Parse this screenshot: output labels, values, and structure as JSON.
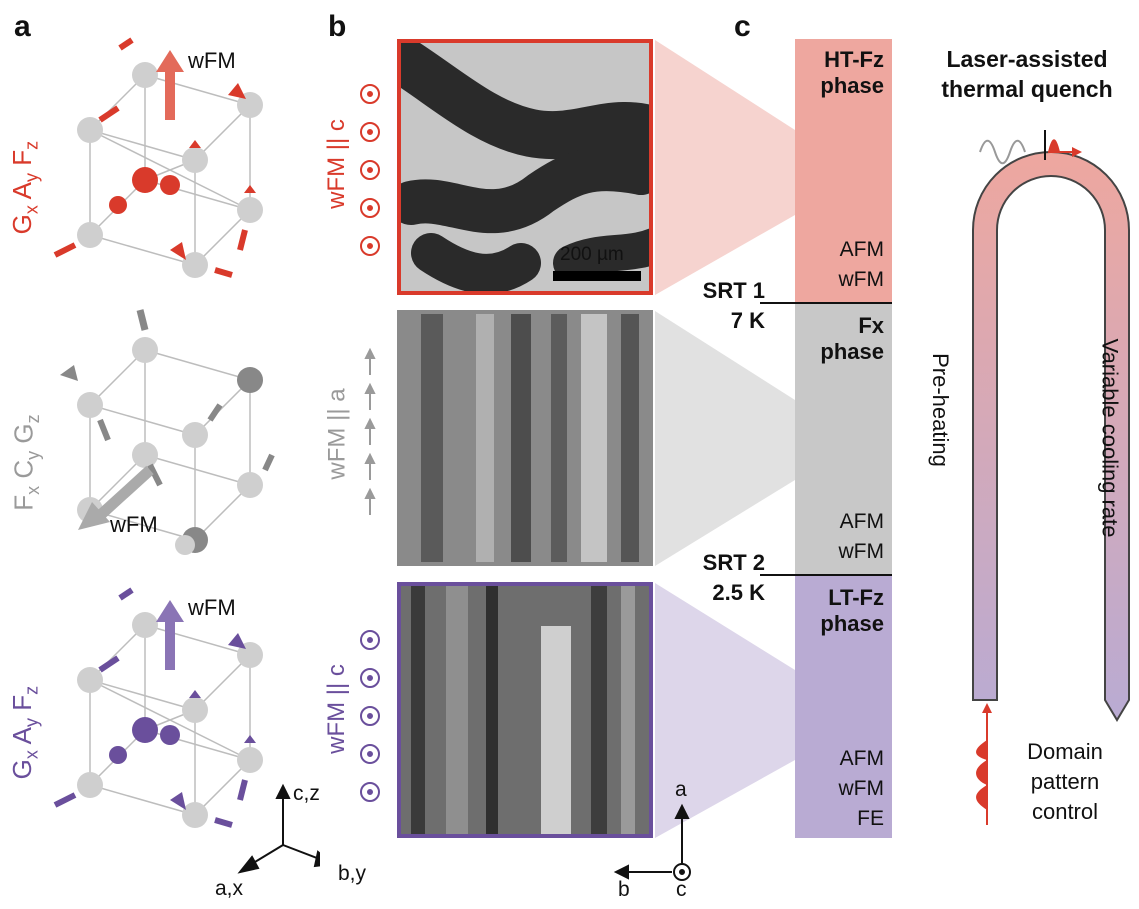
{
  "panels": {
    "a": "a",
    "b": "b",
    "c": "c"
  },
  "lattices": [
    {
      "label_parts": [
        "G",
        "x",
        " A",
        "y",
        " F",
        "z"
      ],
      "color": "#d93a2b",
      "wfm": "wFM"
    },
    {
      "label_parts": [
        "F",
        "x",
        " C",
        "y",
        " G",
        "z"
      ],
      "color": "#9a9a9a",
      "wfm": "wFM"
    },
    {
      "label_parts": [
        "G",
        "x",
        " A",
        "y",
        " F",
        "z"
      ],
      "color": "#6a4f9c",
      "wfm": "wFM"
    }
  ],
  "axes_a": {
    "vertical": "c,z",
    "right": "b,y",
    "diag": "a,x"
  },
  "images": [
    {
      "side_label": "wFM || c",
      "border": "#d93a2b",
      "scalebar": "200 µm"
    },
    {
      "side_label": "wFM || a",
      "border": "#8a8a8a"
    },
    {
      "side_label": "wFM || c",
      "border": "#6a4f9c"
    }
  ],
  "axes_b": {
    "up": "a",
    "left": "b",
    "out": "c"
  },
  "phases": [
    {
      "title": "HT-Fz\nphase",
      "props": "AFM\nwFM",
      "color": "#eea79f"
    },
    {
      "title": "Fx\nphase",
      "props": "AFM\nwFM",
      "color": "#c8c8c8"
    },
    {
      "title": "LT-Fz\nphase",
      "props": "AFM\nwFM\nFE",
      "color": "#b9abd3"
    }
  ],
  "transitions": [
    {
      "name": "SRT 1",
      "temp": "7 K"
    },
    {
      "name": "SRT 2",
      "temp": "2.5 K"
    }
  ],
  "quench": {
    "title": "Laser-assisted\nthermal quench",
    "preheat": "Pre-heating",
    "cooling": "Variable cooling rate",
    "domain": "Domain\npattern\ncontrol"
  },
  "colors": {
    "red": "#d93a2b",
    "gray": "#9a9a9a",
    "purple": "#6a4f9c"
  }
}
